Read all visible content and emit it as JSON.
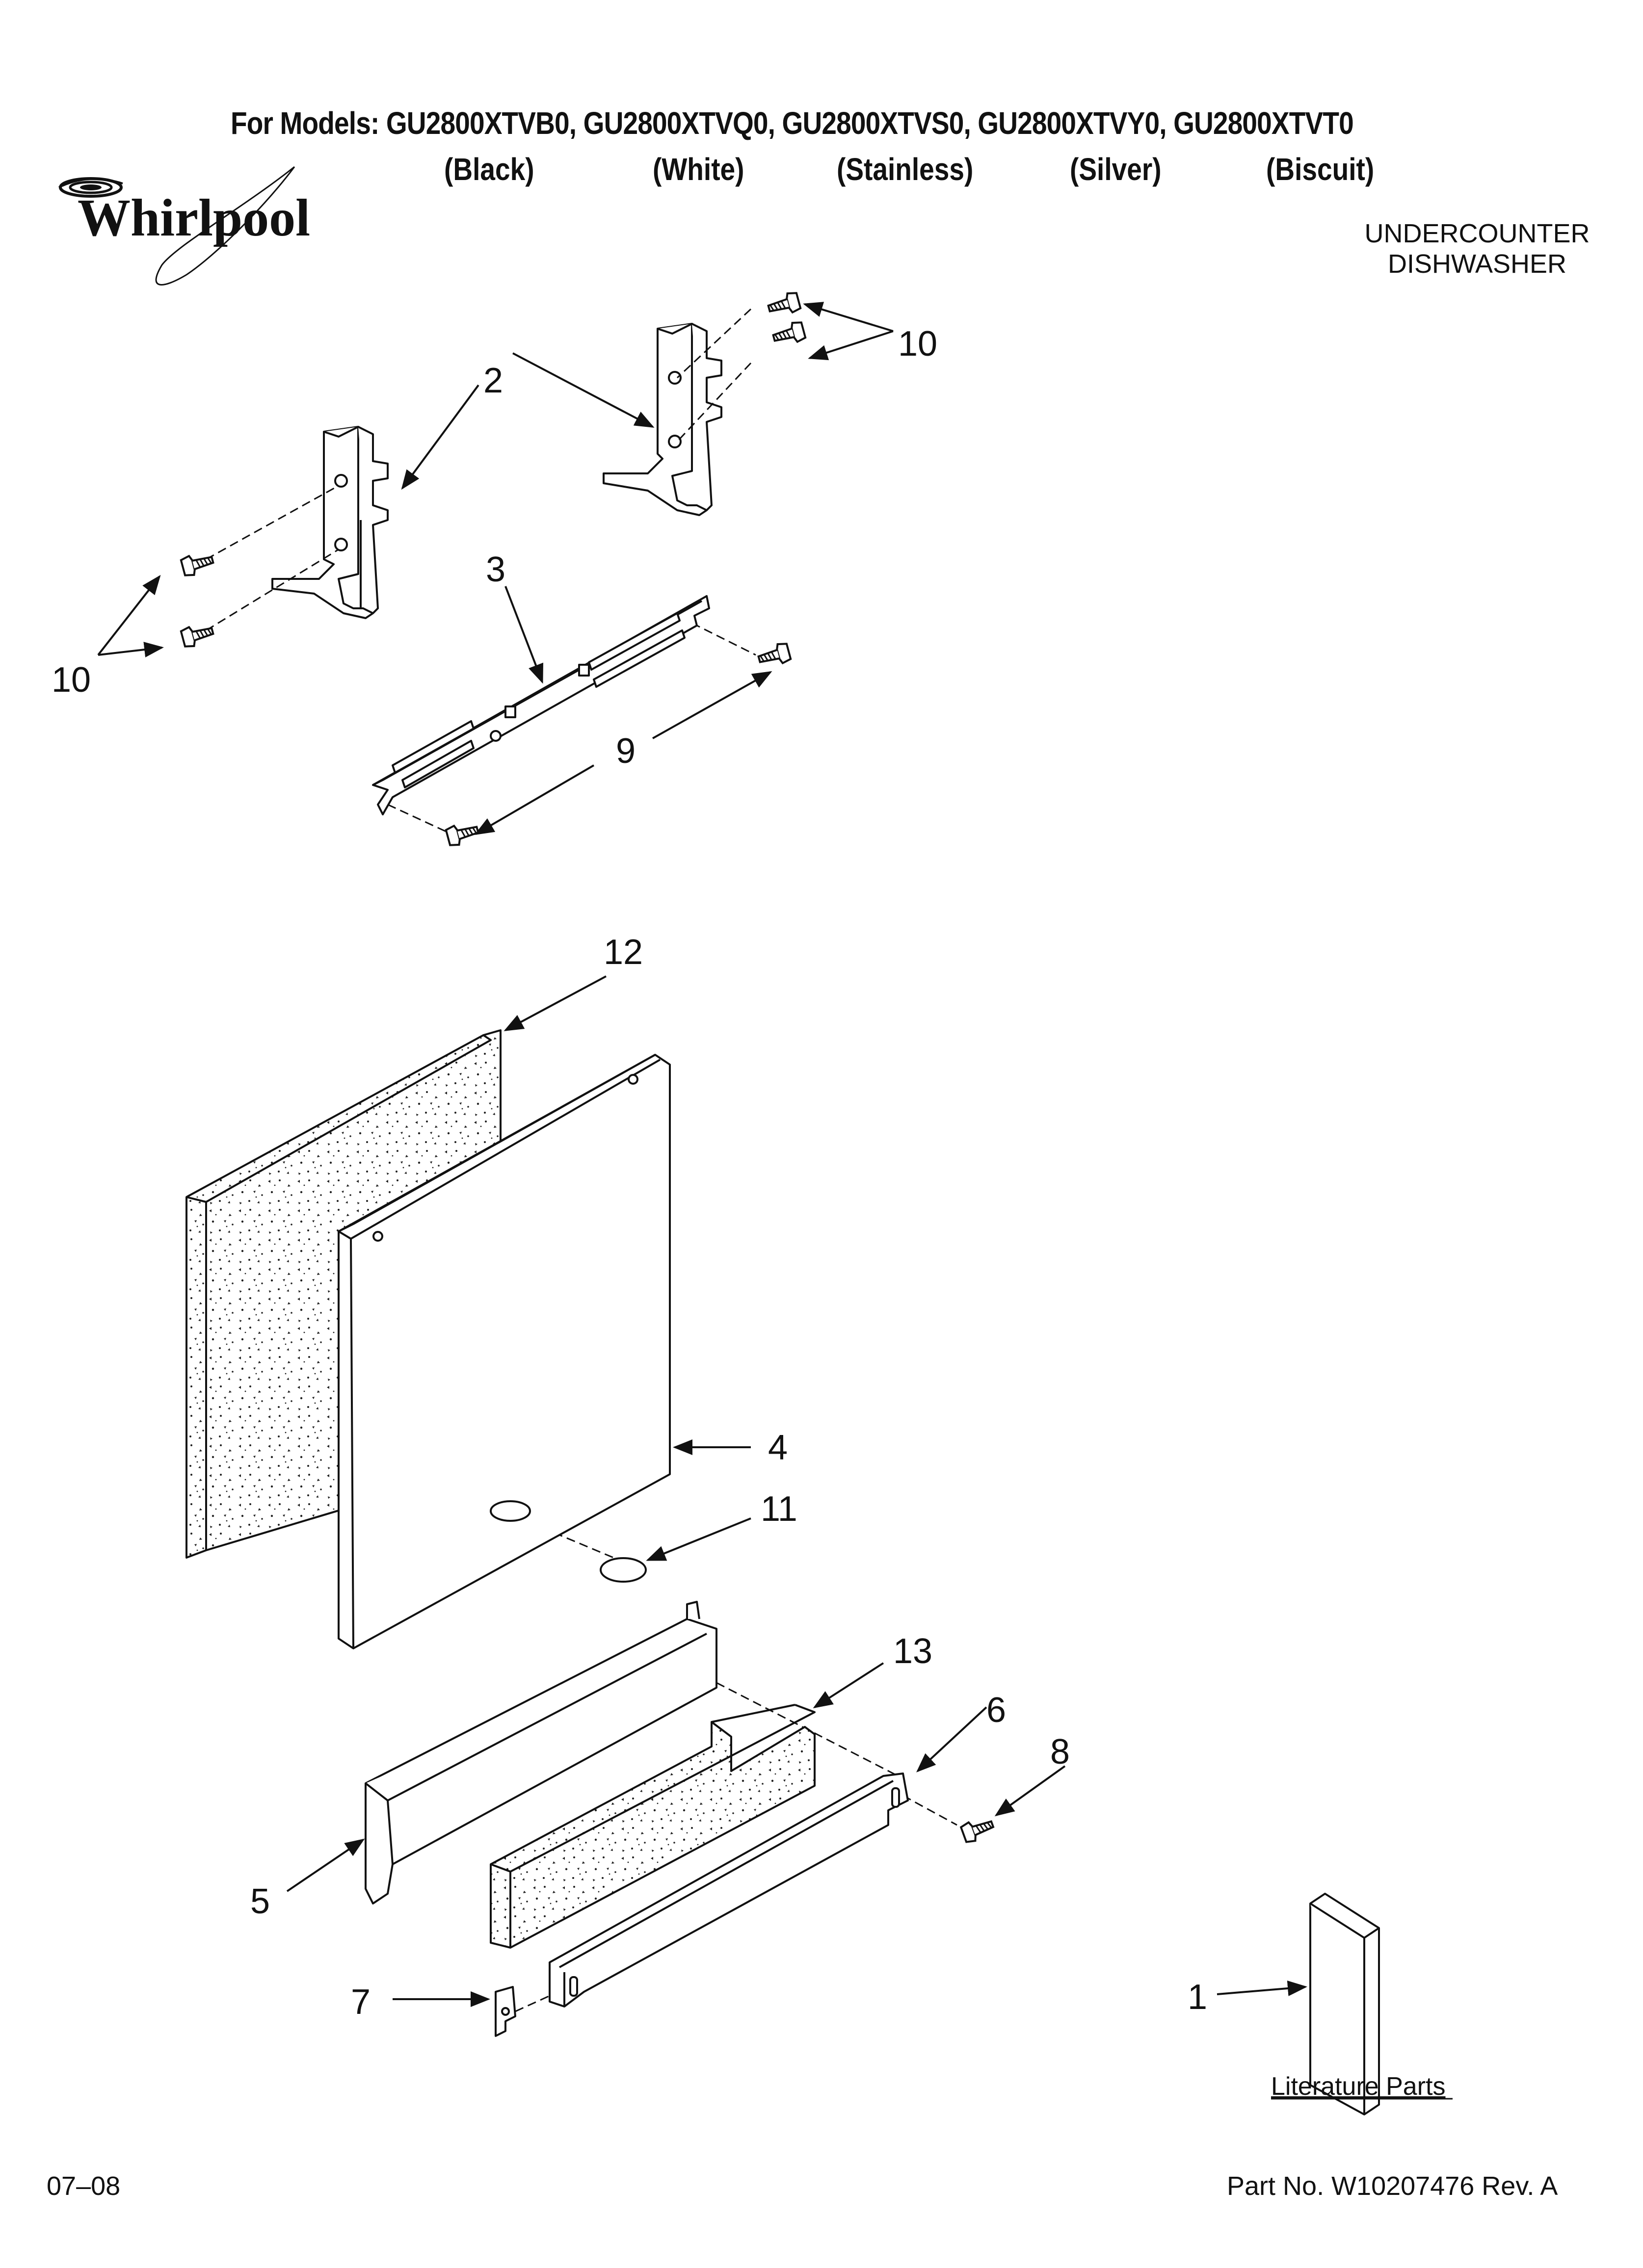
{
  "header": {
    "models_line": "For Models: GU2800XTVB0, GU2800XTVQ0, GU2800XTVS0, GU2800XTVY0, GU2800XTVT0",
    "colors": [
      "(Black)",
      "(White)",
      "(Stainless)",
      "(Silver)",
      "(Biscuit)"
    ]
  },
  "brand": {
    "logo_text": "Whirlpool",
    "logo_icon": "whirlpool-swirl-logo"
  },
  "appliance": {
    "line1": "UNDERCOUNTER",
    "line2": "DISHWASHER"
  },
  "callouts": {
    "c1": "1",
    "c2": "2",
    "c3": "3",
    "c4": "4",
    "c5": "5",
    "c6": "6",
    "c7": "7",
    "c8": "8",
    "c9": "9",
    "c10a": "10",
    "c10b": "10",
    "c11": "11",
    "c12": "12",
    "c13": "13"
  },
  "literature_label": "Literature Parts",
  "footer": {
    "date": "07–08",
    "part_no": "Part No. W10207476 Rev. A"
  }
}
